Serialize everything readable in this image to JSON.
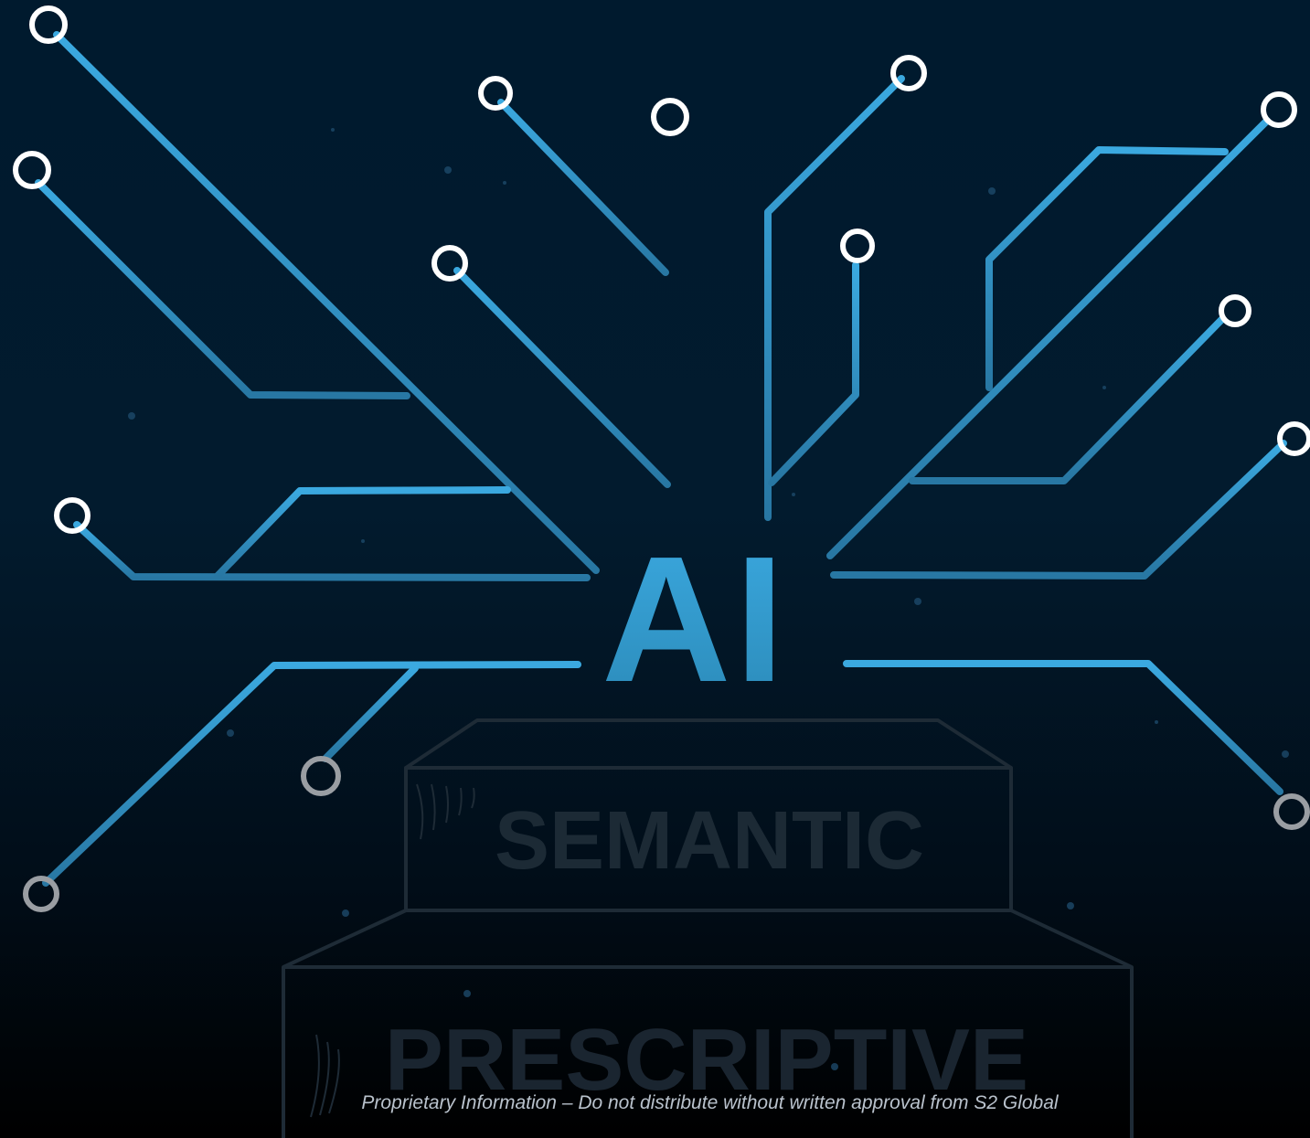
{
  "center_label": "AI",
  "steps": {
    "upper": "SEMANTIC",
    "lower": "PRESCRIPTIVE"
  },
  "footer": "Proprietary Information – Do not distribute without written approval from S2 Global",
  "colors": {
    "trace": "#3ba9e0",
    "node_white": "#ffffff",
    "node_grey": "#9a9ea3",
    "step_outline": "#1e2b36",
    "step_text": "#1c2a35"
  },
  "icons": [
    "circuit-traces",
    "circuit-node-icon",
    "podium-steps"
  ]
}
